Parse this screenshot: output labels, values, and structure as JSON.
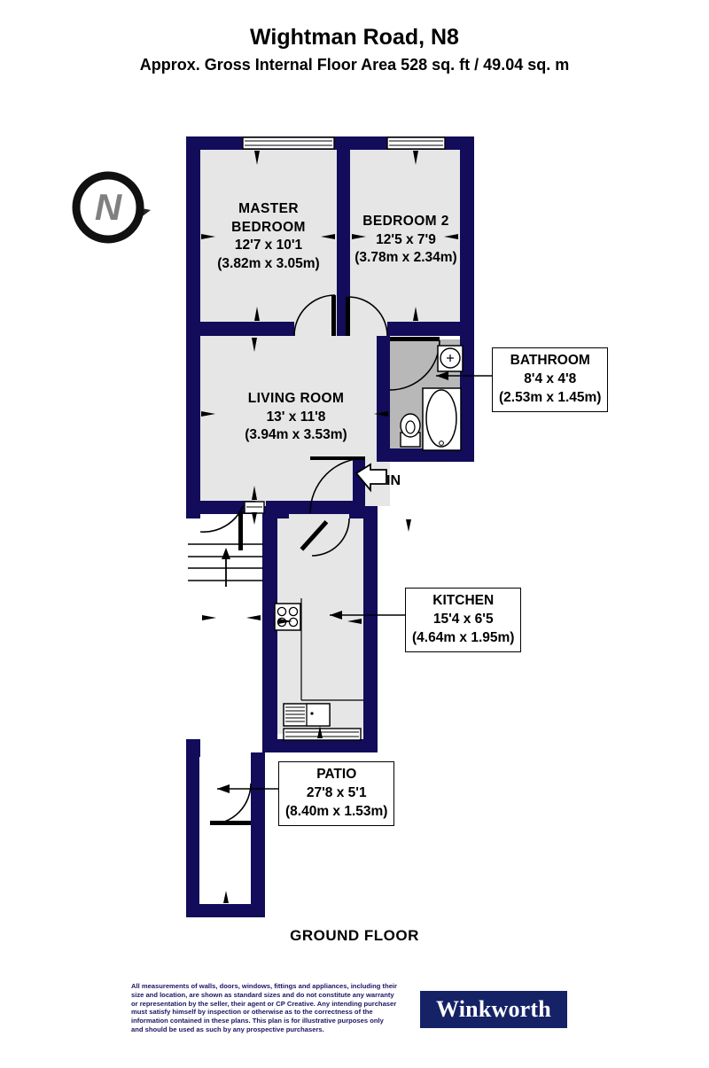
{
  "header": {
    "title": "Wightman Road, N8",
    "subtitle": "Approx. Gross Internal Floor Area 528 sq. ft / 49.04 sq. m"
  },
  "compass": {
    "north_letter": "N"
  },
  "plan": {
    "floor_caption": "GROUND FLOOR",
    "entrance_label": "IN",
    "rooms": [
      {
        "name": "MASTER BEDROOM",
        "name_line1": "MASTER",
        "name_line2": "BEDROOM",
        "imperial": "12'7 x 10'1",
        "metric": "(3.82m x 3.05m)"
      },
      {
        "name": "BEDROOM 2",
        "name_line1": "BEDROOM 2",
        "name_line2": "",
        "imperial": "12'5 x 7'9",
        "metric": "(3.78m x 2.34m)"
      },
      {
        "name": "LIVING ROOM",
        "name_line1": "LIVING ROOM",
        "name_line2": "",
        "imperial": "13' x 11'8",
        "metric": "(3.94m x 3.53m)"
      },
      {
        "name": "BATHROOM",
        "name_line1": "BATHROOM",
        "name_line2": "",
        "imperial": "8'4 x 4'8",
        "metric": "(2.53m x 1.45m)"
      },
      {
        "name": "KITCHEN",
        "name_line1": "KITCHEN",
        "name_line2": "",
        "imperial": "15'4 x 6'5",
        "metric": "(4.64m x 1.95m)"
      },
      {
        "name": "PATIO",
        "name_line1": "PATIO",
        "name_line2": "",
        "imperial": "27'8 x 5'1",
        "metric": "(8.40m x 1.53m)"
      }
    ]
  },
  "footer": {
    "disclaimer": "All measurements of walls, doors, windows, fittings and appliances, including their size and location, are shown as standard sizes and do not constitute any warranty or representation by the seller, their agent or CP Creative. Any intending purchaser must satisfy himself by inspection or otherwise as to the correctness of the information contained in these plans. This plan is for illustrative purposes only and should be used as such by any prospective purchasers.",
    "brand": "Winkworth"
  },
  "colors": {
    "wall": "#120c5a",
    "room_fill": "#e6e6e6",
    "bathroom_fill": "#b8b8b8",
    "brand_navy": "#152266",
    "disclaimer_text": "#1b1464"
  }
}
